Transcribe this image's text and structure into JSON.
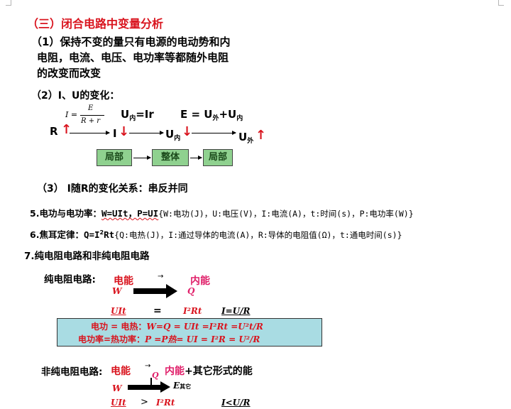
{
  "heading3": "（三）闭合电路中变量分析",
  "item1": {
    "line1": "（1）保持不变的量只有电源的电动势和内",
    "line2": "电阻，电流、电压、电功率等都随外电阻",
    "line3": "的改变而改变"
  },
  "item2": {
    "label": "（2）I、U的变化："
  },
  "flow": {
    "formula_I": "I =",
    "formula_num": "E",
    "formula_den": "R + r",
    "u_nei": "U",
    "u_nei_sub": "内",
    "u_nei_eq": "=Ir",
    "e_eq": "E = U",
    "e_eq_sub1": "外",
    "e_eq_plus": "+U",
    "e_eq_sub2": "内",
    "R": "R",
    "I": "I",
    "U_in": "U",
    "U_in_sub": "内",
    "U_out": "U",
    "U_out_sub": "外",
    "arrow_up": "↑",
    "arrow_down": "↓",
    "box1": "局部",
    "box2": "整体",
    "box3": "局部"
  },
  "item3": "（3） I随R的变化关系：串反并同",
  "item5": {
    "prefix": "5.电功与电功率：",
    "formula": "W=UIt，P=UI",
    "note": "{W:电功(J)，U:电压(V)，I:电流(A)，t:时间(s)，P:电功率(W)}"
  },
  "item6": {
    "prefix": "6.焦耳定律：",
    "formula_a": "Q=I",
    "formula_sup": "2",
    "formula_b": "Rt",
    "note": "{Q:电热(J)，I:通过导体的电流(A)，R:导体的电阻值(Ω)，t:通电时间(s)}"
  },
  "item7": "7.纯电阻电路和非纯电阻电路",
  "pure": {
    "label": "纯电阻电路:",
    "dian_neng": "电能",
    "nei_neng": "内能",
    "arrow_small": "→",
    "W": "W",
    "Q": "Q",
    "UIt": "UIt",
    "eq": "=",
    "I2Rt": "I²Rt",
    "I_eq": "I=U/R",
    "box_line1_a": "电功 = 电热：",
    "box_line1_b": "W=Q = UIt =I²Rt =U²t/R",
    "box_line2_a": "电功率=热功率：",
    "box_line2_b": "P =P热= UI  = I²R = U²/R"
  },
  "nonpure": {
    "label": "非纯电阻电路:",
    "dian_neng": "电能",
    "arrow_small": "→",
    "Q": "Q",
    "nei_neng": "内能",
    "other": "+其它形式的能",
    "W": "W",
    "E": "E",
    "E_sub": "其它",
    "UIt": "UIt",
    "gt": ">",
    "I2Rt": "I²Rt",
    "I_lt": "I<U/R"
  }
}
